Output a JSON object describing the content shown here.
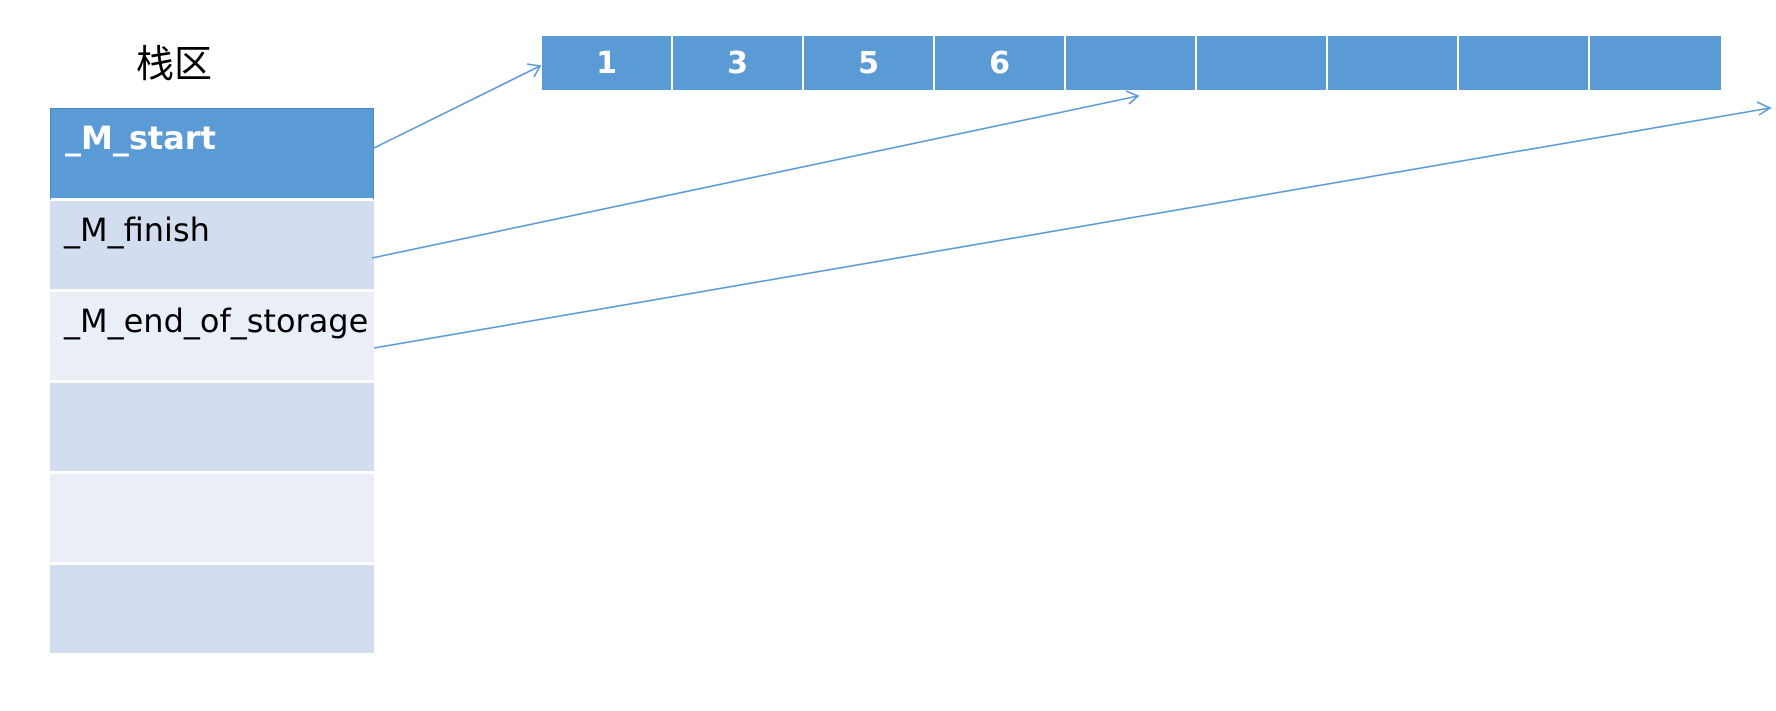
{
  "stack": {
    "title": "栈区",
    "rows": [
      {
        "label": "_M_start",
        "style": "header"
      },
      {
        "label": "_M_finish",
        "style": "shade-a"
      },
      {
        "label": "_M_end_of_storage",
        "style": "shade-b"
      },
      {
        "label": "",
        "style": "shade-a"
      },
      {
        "label": "",
        "style": "shade-b"
      },
      {
        "label": "",
        "style": "shade-a"
      }
    ]
  },
  "array": {
    "cells": [
      "1",
      "3",
      "5",
      "6",
      "",
      "",
      "",
      "",
      ""
    ]
  },
  "colors": {
    "accent": "#5b9bd5",
    "row_light": "#d2deef",
    "row_lighter": "#eaeff7",
    "arrow": "#5b9bd5"
  }
}
